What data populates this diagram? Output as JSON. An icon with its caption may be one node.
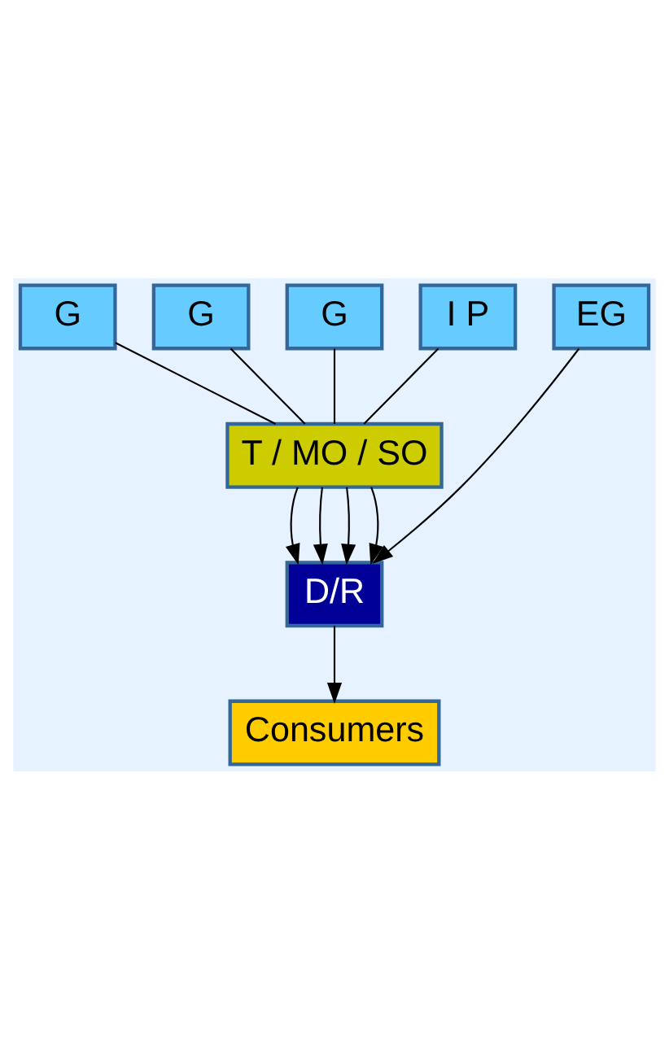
{
  "diagram": {
    "nodes": [
      {
        "text": [
          "G"
        ]
      },
      {
        "text": [
          "G"
        ]
      },
      {
        "text": [
          "G"
        ]
      },
      {
        "text": [
          "I P"
        ]
      },
      {
        "text": [
          "EG"
        ]
      },
      {
        "text": [
          "T / MO / SO"
        ]
      },
      {
        "text": [
          "D/R"
        ]
      },
      {
        "text": [
          "Consumers"
        ]
      }
    ],
    "edges": [
      {
        "from": 0,
        "to": 5,
        "arrow": "none"
      },
      {
        "from": 1,
        "to": 5,
        "arrow": "none"
      },
      {
        "from": 2,
        "to": 5,
        "arrow": "none"
      },
      {
        "from": 3,
        "to": 5,
        "arrow": "none"
      },
      {
        "from": 5,
        "to": 6,
        "arrow": "to"
      },
      {
        "from": 5,
        "to": 6,
        "arrow": "to"
      },
      {
        "from": 5,
        "to": 6,
        "arrow": "to"
      },
      {
        "from": 5,
        "to": 6,
        "arrow": "to"
      },
      {
        "from": 4,
        "to": 6,
        "arrow": "to"
      },
      {
        "from": 6,
        "to": 7,
        "arrow": "to"
      }
    ]
  }
}
